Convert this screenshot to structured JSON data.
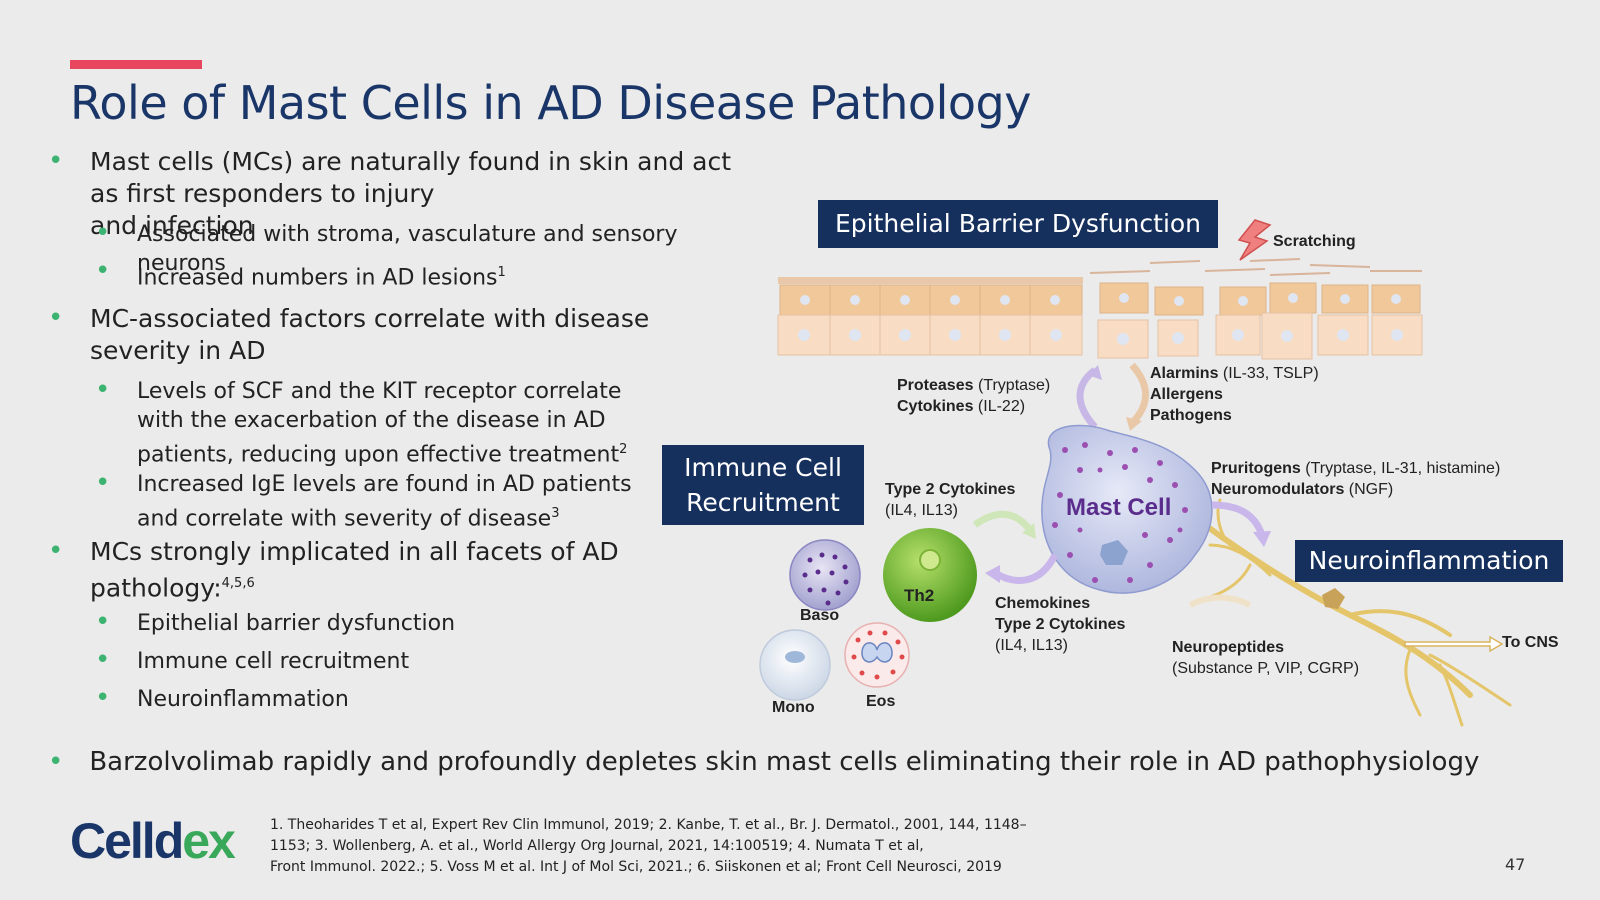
{
  "slide": {
    "title": "Role of Mast Cells in AD Disease Pathology",
    "page_number": "47",
    "colors": {
      "accent": "#e8455e",
      "title": "#1a3668",
      "bullet": "#3cb371",
      "box": "#16305e"
    }
  },
  "bullets": {
    "b1_line1": "Mast cells (MCs) are naturally found in skin and act as first responders to injury",
    "b1_line2": "and infection",
    "b1_sub1": "Associated with stroma, vasculature and sensory neurons",
    "b1_sub2": "Increased numbers in AD lesions",
    "b1_sub2_sup": "1",
    "b2_line1": "MC-associated factors correlate with disease",
    "b2_line2": "severity in AD",
    "b2_sub1_line1": "Levels of SCF and the KIT receptor correlate",
    "b2_sub1_line2": "with the exacerbation of the disease in AD",
    "b2_sub1_line3": "patients, reducing upon effective treatment",
    "b2_sub1_sup": "2",
    "b2_sub2_line1": "Increased IgE levels are found in AD patients",
    "b2_sub2_line2": "and correlate with severity of disease",
    "b2_sub2_sup": "3",
    "b3_line1": "MCs strongly implicated in all facets of AD",
    "b3_line2": "pathology:",
    "b3_sup": "4,5,6",
    "b3_sub1": "Epithelial barrier dysfunction",
    "b3_sub2": "Immune cell recruitment",
    "b3_sub3": "Neuroinflammation",
    "bottom": "Barzolvolimab rapidly and profoundly depletes skin mast cells eliminating their role in AD pathophysiology"
  },
  "diagram": {
    "box_epithelial": "Epithelial Barrier Dysfunction",
    "box_immune_line1": "Immune Cell",
    "box_immune_line2": "Recruitment",
    "box_neuro": "Neuroinflammation",
    "scratching": "Scratching",
    "proteases_bold": "Proteases",
    "proteases_rest": "(Tryptase)",
    "cytokines_bold": "Cytokines",
    "cytokines_rest": "(IL-22)",
    "alarmins_bold": "Alarmins",
    "alarmins_rest": "(IL-33, TSLP)",
    "allergens": "Allergens",
    "pathogens": "Pathogens",
    "mast_cell": "Mast Cell",
    "type2_bold": "Type 2 Cytokines",
    "type2_rest": "(IL4, IL13)",
    "pruritogens_bold": "Pruritogens",
    "pruritogens_rest": "(Tryptase, IL-31, histamine)",
    "neuromod_bold": "Neuromodulators",
    "neuromod_rest": "(NGF)",
    "chemokines_bold1": "Chemokines",
    "chemokines_bold2": "Type 2 Cytokines",
    "chemokines_rest": "(IL4, IL13)",
    "neuropeptides_bold": "Neuropeptides",
    "neuropeptides_rest": "(Substance P, VIP, CGRP)",
    "to_cns": "To CNS",
    "th2": "Th2",
    "baso": "Baso",
    "mono": "Mono",
    "eos": "Eos"
  },
  "references": {
    "line1": "1. Theoharides T et al, Expert Rev Clin Immunol, 2019; 2. Kanbe, T. et al., Br. J. Dermatol., 2001, 144, 1148–",
    "line2": "1153; 3. Wollenberg, A. et al., World Allergy Org Journal, 2021, 14:100519; 4. Numata T et al,",
    "line3": "Front Immunol. 2022.; 5. Voss M et al. Int J of Mol Sci, 2021.; 6. Siiskonen et al; Front Cell Neurosci, 2019"
  },
  "logo": {
    "part1": "Celld",
    "part2": "ex"
  }
}
